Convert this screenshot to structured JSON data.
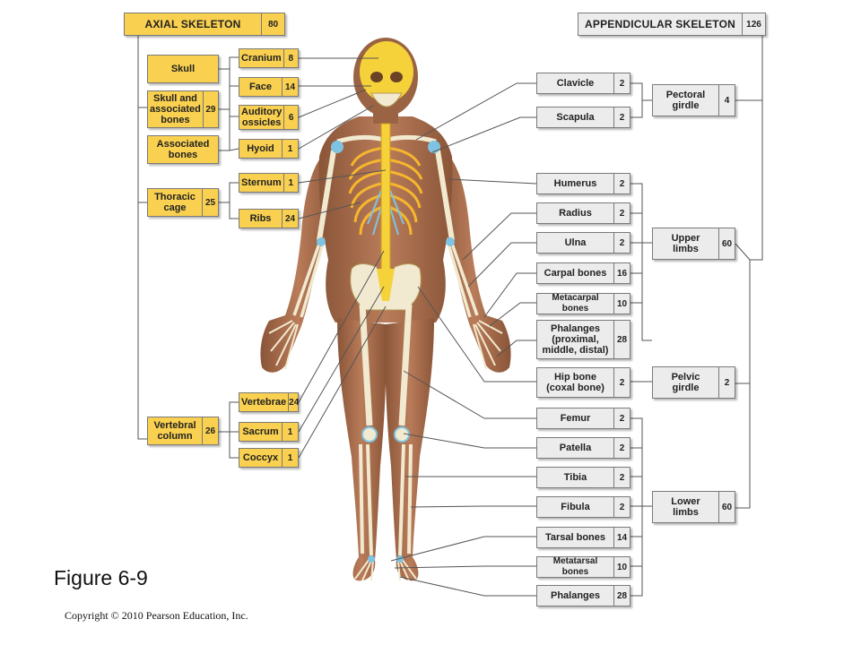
{
  "axial": {
    "header": {
      "label": "AXIAL SKELETON",
      "count": "80"
    },
    "skull": {
      "label": "Skull"
    },
    "skull_assoc": {
      "label": "Skull and\nassociated\nbones",
      "count": "29"
    },
    "associated": {
      "label": "Associated\nbones"
    },
    "thoracic": {
      "label": "Thoracic\ncage",
      "count": "25"
    },
    "vertebral": {
      "label": "Vertebral\ncolumn",
      "count": "26"
    },
    "cranium": {
      "label": "Cranium",
      "count": "8"
    },
    "face": {
      "label": "Face",
      "count": "14"
    },
    "auditory": {
      "label": "Auditory\nossicles",
      "count": "6"
    },
    "hyoid": {
      "label": "Hyoid",
      "count": "1"
    },
    "sternum": {
      "label": "Sternum",
      "count": "1"
    },
    "ribs": {
      "label": "Ribs",
      "count": "24"
    },
    "vertebrae": {
      "label": "Vertebrae",
      "count": "24"
    },
    "sacrum": {
      "label": "Sacrum",
      "count": "1"
    },
    "coccyx": {
      "label": "Coccyx",
      "count": "1"
    }
  },
  "appendicular": {
    "header": {
      "label": "APPENDICULAR SKELETON",
      "count": "126"
    },
    "clavicle": {
      "label": "Clavicle",
      "count": "2"
    },
    "scapula": {
      "label": "Scapula",
      "count": "2"
    },
    "humerus": {
      "label": "Humerus",
      "count": "2"
    },
    "radius": {
      "label": "Radius",
      "count": "2"
    },
    "ulna": {
      "label": "Ulna",
      "count": "2"
    },
    "carpal": {
      "label": "Carpal bones",
      "count": "16"
    },
    "metacarpal": {
      "label": "Metacarpal bones",
      "count": "10"
    },
    "phalanges_hand": {
      "label": "Phalanges\n(proximal,\nmiddle, distal)",
      "count": "28"
    },
    "hip": {
      "label": "Hip bone\n(coxal bone)",
      "count": "2"
    },
    "femur": {
      "label": "Femur",
      "count": "2"
    },
    "patella": {
      "label": "Patella",
      "count": "2"
    },
    "tibia": {
      "label": "Tibia",
      "count": "2"
    },
    "fibula": {
      "label": "Fibula",
      "count": "2"
    },
    "tarsal": {
      "label": "Tarsal bones",
      "count": "14"
    },
    "metatarsal": {
      "label": "Metatarsal bones",
      "count": "10"
    },
    "phalanges_foot": {
      "label": "Phalanges",
      "count": "28"
    },
    "pectoral": {
      "label": "Pectoral\ngirdle",
      "count": "4"
    },
    "upper_limbs": {
      "label": "Upper\nlimbs",
      "count": "60"
    },
    "pelvic": {
      "label": "Pelvic\ngirdle",
      "count": "2"
    },
    "lower_limbs": {
      "label": "Lower\nlimbs",
      "count": "60"
    }
  },
  "figure_label": "Figure 6-9",
  "copyright": "Copyright © 2010 Pearson Education, Inc.",
  "colors": {
    "axial_box": "#f9d04f",
    "appendicular_box": "#ececec",
    "skin": "#a46b4c",
    "bone": "#f6d23a",
    "cartilage": "#7fc3e2"
  }
}
